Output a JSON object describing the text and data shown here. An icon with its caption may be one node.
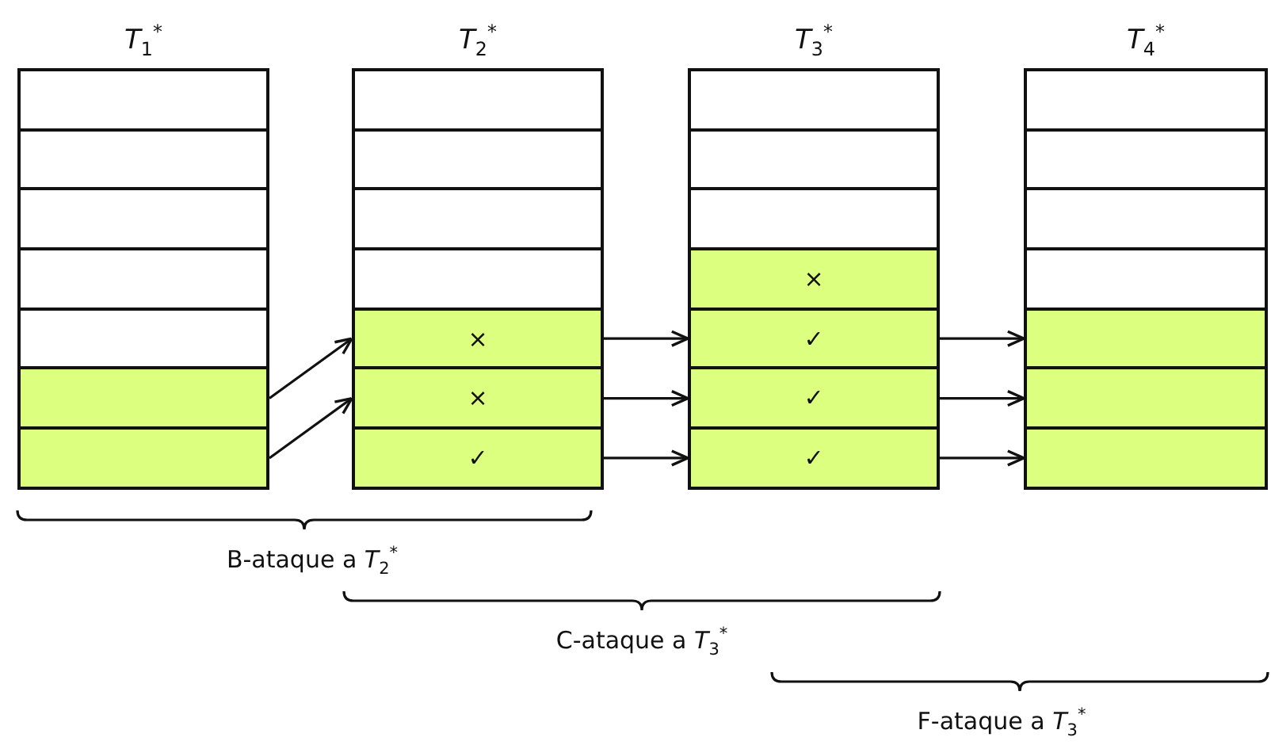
{
  "diagram": {
    "nodes": [
      {
        "text": [
          "*T*$_{1}$$^{*}$"
        ]
      },
      {
        "text": [],
        "shape": "box",
        "in": 0
      },
      {
        "text": [],
        "shape": "box",
        "in": 0
      },
      {
        "text": [],
        "shape": "box",
        "in": 0
      },
      {
        "text": [],
        "shape": "box",
        "in": 0
      },
      {
        "text": [],
        "shape": "box",
        "in": 0
      },
      {
        "text": [],
        "shape": "box",
        "in": 0
      },
      {
        "text": [],
        "shape": "box",
        "in": 0
      },
      {
        "text": [
          "*T*$_{2}$$^{*}$"
        ]
      },
      {
        "text": [],
        "shape": "box",
        "in": 8
      },
      {
        "text": [],
        "shape": "box",
        "in": 8
      },
      {
        "text": [],
        "shape": "box",
        "in": 8
      },
      {
        "text": [],
        "shape": "box",
        "in": 8
      },
      {
        "text": [
          "×"
        ],
        "in": 8
      },
      {
        "text": [
          "×"
        ],
        "in": 8
      },
      {
        "text": [
          "✓"
        ],
        "in": 8
      },
      {
        "text": [
          "*T*$_{3}$$^{*}$"
        ]
      },
      {
        "text": [],
        "shape": "box",
        "in": 16
      },
      {
        "text": [],
        "shape": "box",
        "in": 16
      },
      {
        "text": [],
        "shape": "box",
        "in": 16
      },
      {
        "text": [
          "×"
        ],
        "in": 16
      },
      {
        "text": [
          "✓"
        ],
        "in": 16
      },
      {
        "text": [
          "✓"
        ],
        "in": 16
      },
      {
        "text": [
          "✓"
        ],
        "in": 16
      },
      {
        "text": [
          "*T*$_{4}$$^{*}$"
        ]
      },
      {
        "text": [],
        "shape": "box",
        "in": 24
      },
      {
        "text": [],
        "shape": "box",
        "in": 24
      },
      {
        "text": [],
        "shape": "box",
        "in": 24
      },
      {
        "text": [],
        "shape": "box",
        "in": 24
      },
      {
        "text": [],
        "shape": "box",
        "in": 24
      },
      {
        "text": [],
        "shape": "box",
        "in": 24
      },
      {
        "text": [],
        "shape": "box",
        "in": 24
      }
    ],
    "edges": [
      {
        "from": 6,
        "to": 13,
        "arrow": "to"
      },
      {
        "from": 7,
        "to": 14,
        "arrow": "to"
      },
      {
        "from": 13,
        "to": 21,
        "arrow": "to"
      },
      {
        "from": 14,
        "to": 22,
        "arrow": "to"
      },
      {
        "from": 15,
        "to": 23,
        "arrow": "to"
      },
      {
        "from": 21,
        "to": 29,
        "arrow": "to"
      },
      {
        "from": 22,
        "to": 30,
        "arrow": "to"
      },
      {
        "from": 23,
        "to": 31,
        "arrow": "to"
      }
    ],
    "labels": [
      "B-ataque a *T*$_{2}$$^{*}$",
      "C-ataque a *T*$_{3}$$^{*}$",
      "F-ataque a *T*$_{3}$$^{*}$"
    ]
  }
}
